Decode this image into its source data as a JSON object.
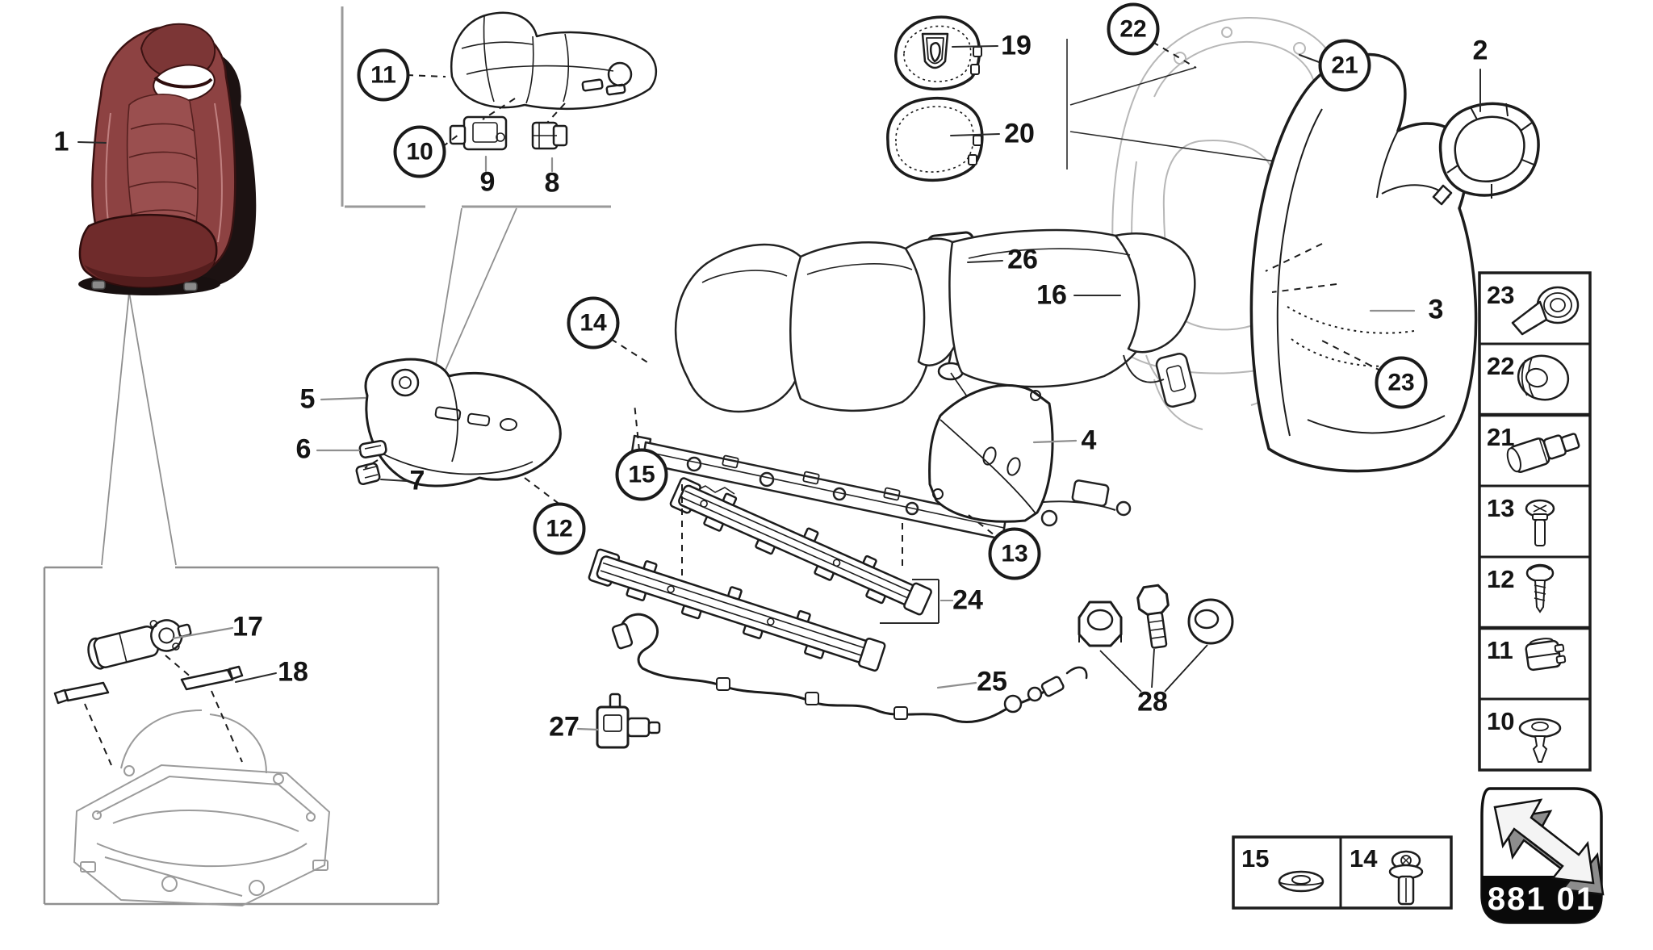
{
  "figure": {
    "type": "parts-diagram",
    "subject": "seat-assembly-exploded-view",
    "page_code": "881 01"
  },
  "colors": {
    "background": "#ffffff",
    "line": "#1c1c1c",
    "ghost_gray": "#b7b7b7",
    "leader_gray": "#8f8f8f",
    "seat_red": "#8d4242",
    "seat_red_dark": "#6f2b2b",
    "seat_red_deep": "#2e0d0d",
    "footer_bar": "#0a0a0a"
  },
  "diagram_callouts": {
    "p1": "1",
    "p2": "2",
    "p3": "3",
    "p4": "4",
    "p5": "5",
    "p6": "6",
    "p7": "7",
    "p8": "8",
    "p9": "9",
    "c10": "10",
    "c11": "11",
    "c12": "12",
    "c13": "13",
    "c14": "14",
    "c15": "15",
    "p16": "16",
    "p17": "17",
    "p18": "18",
    "p19": "19",
    "p20": "20",
    "c21": "21",
    "c22": "22",
    "c23": "23",
    "p24": "24",
    "p25": "25",
    "p26": "26",
    "p27": "27",
    "p28": "28"
  },
  "sidebar_table": {
    "rows": [
      {
        "num": "23",
        "icon": "cone-rivet-icon"
      },
      {
        "num": "22",
        "icon": "grommet-icon"
      },
      {
        "num": "21",
        "icon": "spacer-sleeve-icon"
      },
      {
        "num": "13",
        "icon": "pan-head-screw-icon"
      },
      {
        "num": "12",
        "icon": "tapping-screw-icon"
      },
      {
        "num": "11",
        "icon": "clip-nut-icon"
      },
      {
        "num": "10",
        "icon": "push-rivet-icon"
      }
    ]
  },
  "bottom_table": {
    "cells": [
      {
        "num": "15",
        "icon": "washer-icon"
      },
      {
        "num": "14",
        "icon": "flange-screw-icon"
      }
    ]
  },
  "footer": {
    "page_code": "881 01",
    "icon": "back-arrow-icon"
  }
}
